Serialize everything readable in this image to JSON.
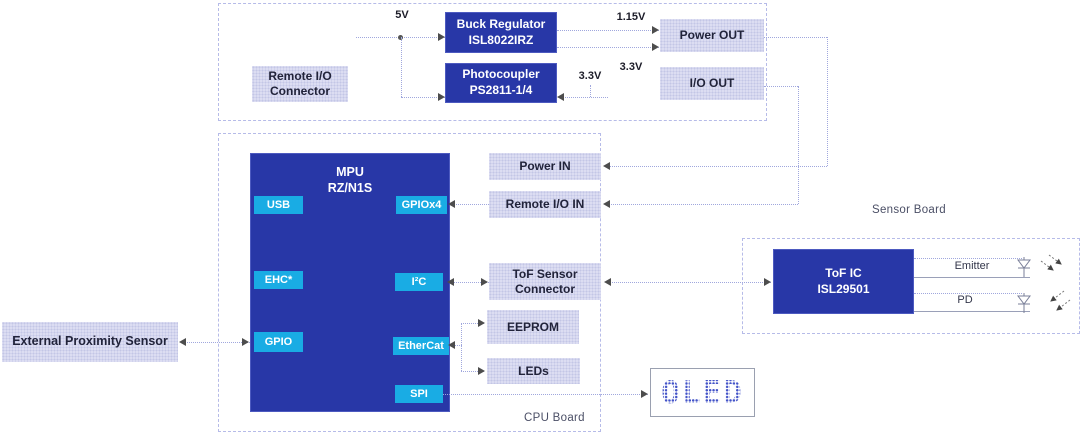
{
  "colors": {
    "dark_blue": "#2837a7",
    "cyan": "#19ace4",
    "lavender": "#dcddf2",
    "wire": "#a0a7dd",
    "oled_blue": "#4353c8"
  },
  "boards": {
    "cpu": {
      "label": "CPU Board"
    },
    "sensor": {
      "label": "Sensor Board"
    }
  },
  "mpu": {
    "name_line1": "MPU",
    "name_line2": "RZ/N1S",
    "ports": {
      "usb": "USB",
      "ehc": "EHC*",
      "gpio": "GPIO",
      "gpiox4": "GPIOx4",
      "i2c": "I²C",
      "ethercat": "EtherCat",
      "spi": "SPI"
    }
  },
  "blocks": {
    "remote_io_connector": {
      "line1": "Remote I/O",
      "line2": "Connector"
    },
    "buck_regulator": {
      "line1": "Buck Regulator",
      "line2": "ISL8022IRZ"
    },
    "photocoupler": {
      "line1": "Photocoupler",
      "line2": "PS2811-1/4"
    },
    "power_out": {
      "label": "Power OUT"
    },
    "io_out": {
      "label": "I/O OUT"
    },
    "power_in": {
      "label": "Power IN"
    },
    "remote_io_in": {
      "label": "Remote I/O IN"
    },
    "tof_connector": {
      "line1": "ToF Sensor",
      "line2": "Connector"
    },
    "eeprom": {
      "label": "EEPROM"
    },
    "leds": {
      "label": "LEDs"
    },
    "oled": {
      "label": "OLED"
    },
    "external_proximity_sensor": {
      "label": "External Proximity Sensor"
    },
    "tof_ic": {
      "line1": "ToF IC",
      "line2": "ISL29501"
    },
    "emitter": {
      "label": "Emitter"
    },
    "pd": {
      "label": "PD"
    }
  },
  "voltage_labels": {
    "v5": "5V",
    "v1_15": "1.15V",
    "v3_3_bus": "3.3V",
    "v3_3_photocoupler": "3.3V"
  }
}
